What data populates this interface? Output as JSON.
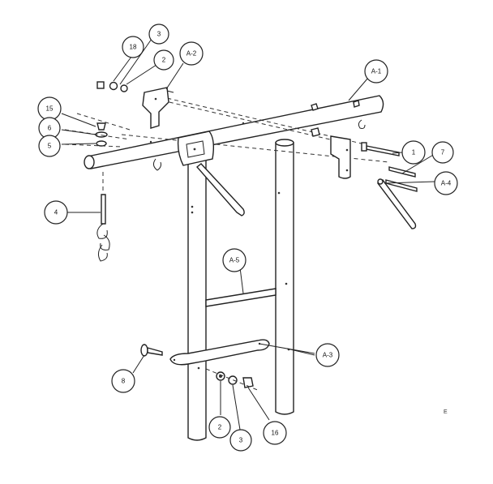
{
  "callouts": {
    "c18": "18",
    "c3_top": "3",
    "c2_top": "2",
    "cA2": "A-2",
    "cA1": "A-1",
    "c15": "15",
    "c6": "6",
    "c5": "5",
    "c1": "1",
    "c7": "7",
    "cA4": "A-4",
    "c4": "4",
    "cA5": "A-5",
    "cA3": "A-3",
    "c8": "8",
    "c2_bot": "2",
    "c3_bot": "3",
    "c16": "16"
  },
  "corner_mark": "E"
}
